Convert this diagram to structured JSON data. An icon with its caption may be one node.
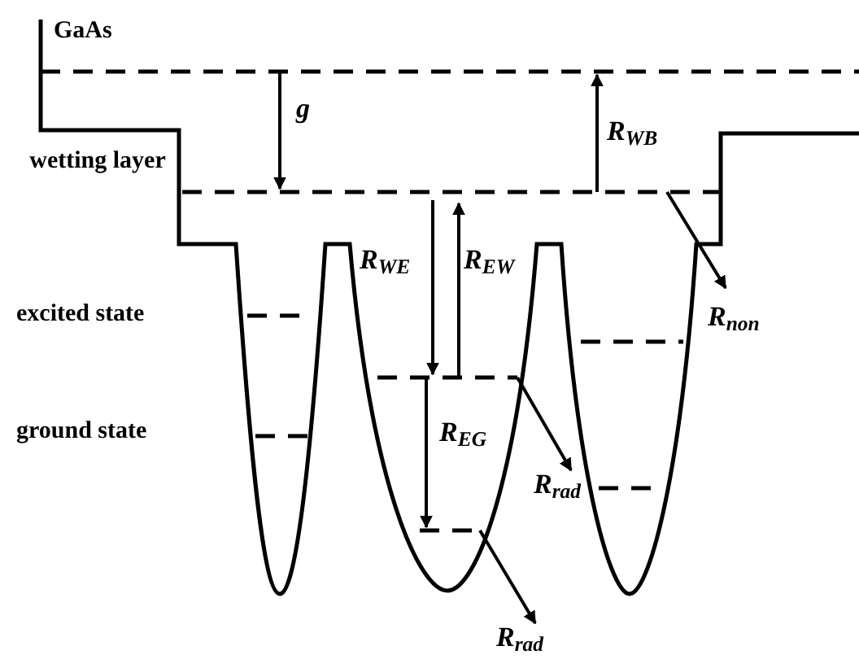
{
  "diagram": {
    "labels": [
      "GaAs",
      "g",
      "R$_{WB}$",
      "wetting layer",
      "R$_{WE}$",
      "R$_{EW}$",
      "excited state",
      "R$_{non}$",
      "R$_{EG}$",
      "ground state",
      "R$_{rad}$",
      "R$_{rad}$"
    ]
  }
}
